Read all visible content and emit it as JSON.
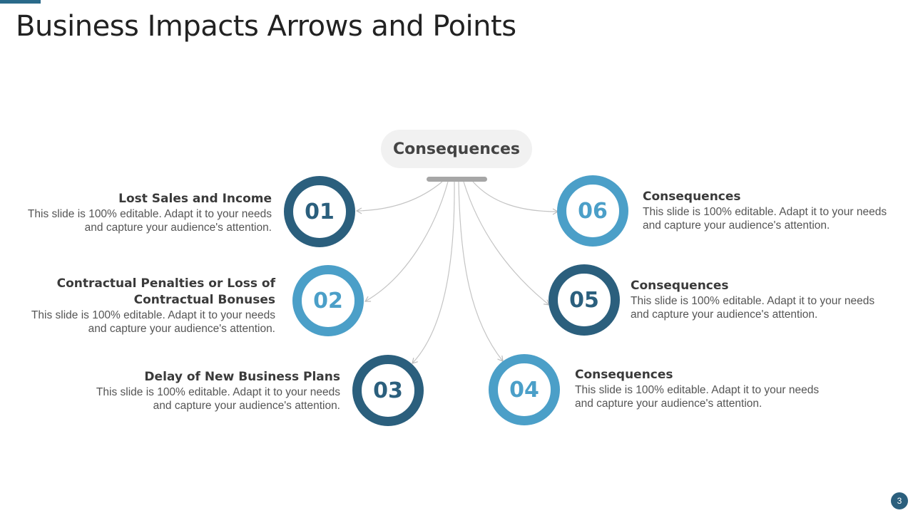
{
  "slide": {
    "title": "Business Impacts Arrows and Points",
    "page_number": "3"
  },
  "hub": {
    "label": "Consequences"
  },
  "colors": {
    "dark": "#2b5f7d",
    "light": "#4b9fc8",
    "hub_bg": "#f1f1f1",
    "connector": "#c0c0c0"
  },
  "items": [
    {
      "number": "01",
      "heading": "Lost Sales and Income",
      "desc_line1": "This slide is 100% editable. Adapt it to your needs",
      "desc_line2": "and capture your audience's attention.",
      "tone": "dark"
    },
    {
      "number": "02",
      "heading": "Contractual Penalties or Loss of Contractual Bonuses",
      "desc_line1": "This slide is 100% editable. Adapt it to your needs",
      "desc_line2": "and capture your audience's attention.",
      "tone": "light"
    },
    {
      "number": "03",
      "heading": "Delay of New Business Plans",
      "desc_line1": "This slide is 100% editable. Adapt it to your needs",
      "desc_line2": "and capture your audience's attention.",
      "tone": "dark"
    },
    {
      "number": "04",
      "heading": "Consequences",
      "desc_line1": "This slide is 100% editable. Adapt it to your needs",
      "desc_line2": "and capture your audience's attention.",
      "tone": "light"
    },
    {
      "number": "05",
      "heading": "Consequences",
      "desc_line1": "This slide is 100% editable. Adapt it to your needs",
      "desc_line2": "and capture your audience's attention.",
      "tone": "dark"
    },
    {
      "number": "06",
      "heading": "Consequences",
      "desc_line1": "This slide is 100% editable. Adapt it to your needs",
      "desc_line2": "and capture your audience's attention.",
      "tone": "light"
    }
  ]
}
